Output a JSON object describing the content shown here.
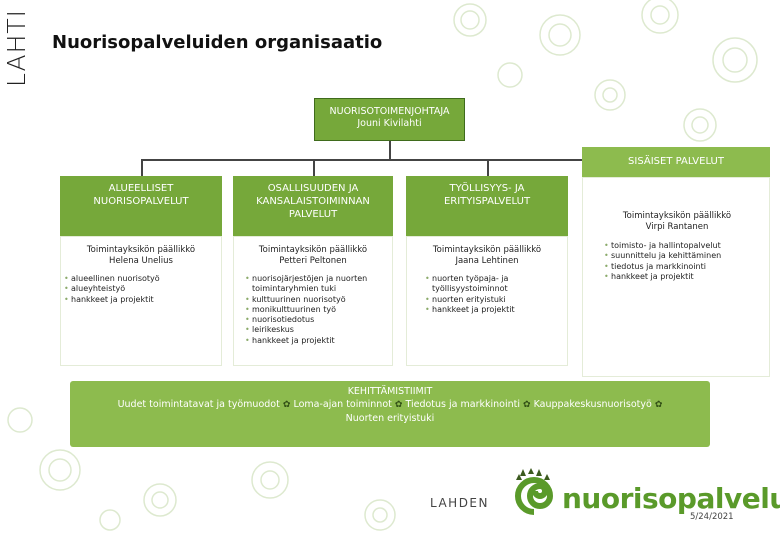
{
  "side_logo": "LAHTI",
  "title": "Nuorisopalveluiden organisaatio",
  "director": {
    "role": "NUORISOTOIMENJOHTAJA",
    "name": "Jouni Kivilahti"
  },
  "internal": {
    "label": "SISÄISET PALVELUT",
    "person_title": "Toimintayksikön päällikkö",
    "person_name": "Virpi Rantanen",
    "duties": [
      "toimisto- ja hallintopalvelut",
      "suunnittelu ja kehittäminen",
      "tiedotus ja markkinointi",
      "hankkeet ja projektit"
    ]
  },
  "units": [
    {
      "label_1": "ALUEELLISET",
      "label_2": "NUORISOPALVELUT",
      "label_3": "",
      "person_title": "Toimintayksikön päällikkö",
      "person_name": "Helena Unelius",
      "duties": [
        "alueellinen nuorisotyö",
        "alueyhteistyö",
        "hankkeet ja projektit"
      ]
    },
    {
      "label_1": "OSALLISUUDEN JA",
      "label_2": "KANSALAISTOIMINNAN",
      "label_3": "PALVELUT",
      "person_title": "Toimintayksikön päällikkö",
      "person_name": "Petteri Peltonen",
      "duties": [
        "nuorisojärjestöjen ja nuorten",
        "toimintaryhmien tuki",
        "kulttuurinen nuorisotyö",
        "monikulttuurinen työ",
        "nuorisotiedotus",
        "leirikeskus",
        "hankkeet ja projektit"
      ]
    },
    {
      "label_1": "TYÖLLISYYS- JA",
      "label_2": "ERITYISPALVELUT",
      "label_3": "",
      "person_title": "Toimintayksikön päällikkö",
      "person_name": "Jaana Lehtinen",
      "duties": [
        "nuorten työpaja- ja",
        "työllisyystoiminnot",
        "nuorten erityistuki",
        "hankkeet ja projektit"
      ]
    }
  ],
  "development": {
    "heading": "KEHITTÄMISTIIMIT",
    "teams": [
      "Uudet toimintatavat  ja työmuodot",
      "Loma-ajan toiminnot",
      "Tiedotus ja markkinointi",
      "Kauppakeskusnuorisotyö"
    ],
    "last_line": "Nuorten erityistuki"
  },
  "brand": {
    "prefix": "LAHDEN",
    "name": "nuorisopalvelut"
  },
  "date": "5/24/2021",
  "colors": {
    "green": "#76a83a",
    "green_light": "#8dbb4e",
    "dark_green": "#3f6b1c",
    "brand_green": "#5a9a2a"
  }
}
